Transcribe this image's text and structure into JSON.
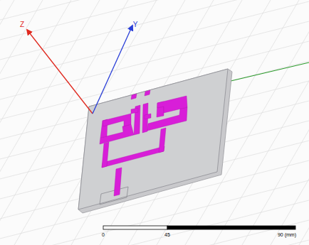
{
  "diagram": {
    "labels": [
      "Z",
      "Y",
      "0",
      "45",
      "90 (mm)"
    ]
  }
}
